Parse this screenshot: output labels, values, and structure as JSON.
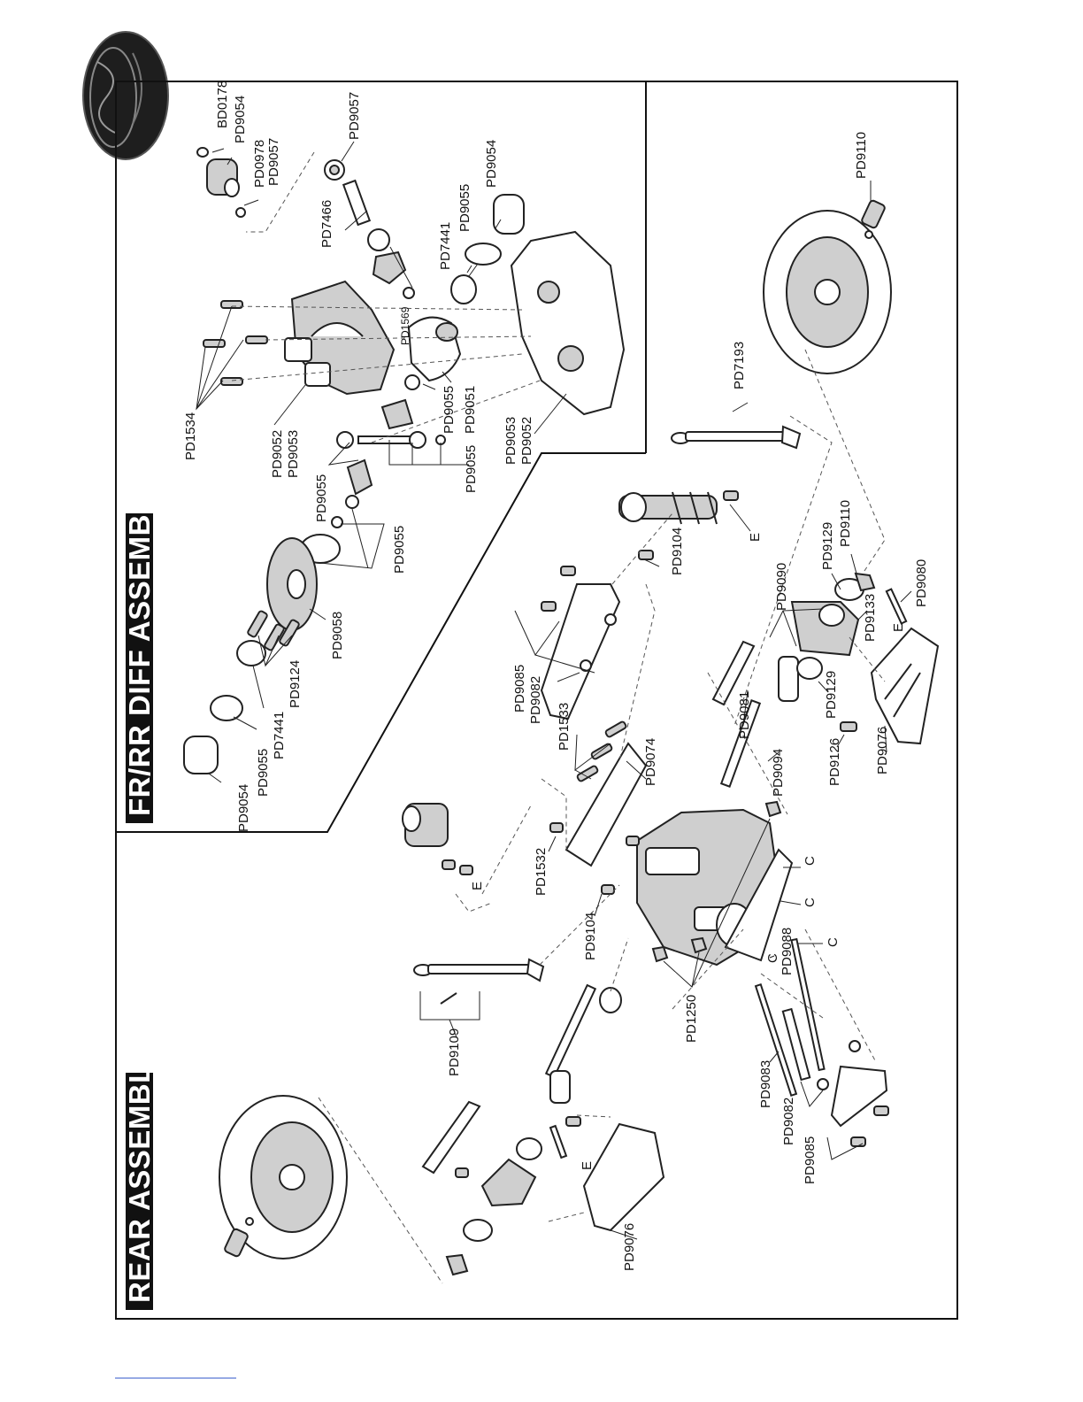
{
  "sections": {
    "rear_title": "REAR ASSEMBLY",
    "diff_title": "FR/RR DIFF ASSEMBLY"
  },
  "labels": [
    {
      "id": "bd0178",
      "text": "BD0178"
    },
    {
      "id": "pd9054_top",
      "text": "PD9054"
    },
    {
      "id": "pd0978",
      "text": "PD0978"
    },
    {
      "id": "pd9057_a",
      "text": "PD9057"
    },
    {
      "id": "pd9057_b",
      "text": "PD9057"
    },
    {
      "id": "pd7466",
      "text": "PD7466"
    },
    {
      "id": "pd9054_b",
      "text": "PD9054"
    },
    {
      "id": "pd9055_a",
      "text": "PD9055"
    },
    {
      "id": "pd7441_a",
      "text": "PD7441"
    },
    {
      "id": "pd1569",
      "text": "PD1569"
    },
    {
      "id": "pd9055_b",
      "text": "PD9055"
    },
    {
      "id": "pd9051",
      "text": "PD9051"
    },
    {
      "id": "pd9053_a",
      "text": "PD9053"
    },
    {
      "id": "pd9052_a",
      "text": "PD9052"
    },
    {
      "id": "pd9055_c",
      "text": "PD9055"
    },
    {
      "id": "pd9052_b",
      "text": "PD9052"
    },
    {
      "id": "pd9053_b",
      "text": "PD9053"
    },
    {
      "id": "pd9055_d",
      "text": "PD9055"
    },
    {
      "id": "pd1534",
      "text": "PD1534"
    },
    {
      "id": "pd9055_e",
      "text": "PD9055"
    },
    {
      "id": "pd9058",
      "text": "PD9058"
    },
    {
      "id": "pd9124_a",
      "text": "PD9124"
    },
    {
      "id": "pd7441_b",
      "text": "PD7441"
    },
    {
      "id": "pd9055_f",
      "text": "PD9055"
    },
    {
      "id": "pd9054_c",
      "text": "PD9054"
    },
    {
      "id": "pd9110_a",
      "text": "PD9110"
    },
    {
      "id": "pd7193",
      "text": "PD7193"
    },
    {
      "id": "pd9104_a",
      "text": "PD9104"
    },
    {
      "id": "e_a",
      "text": "E"
    },
    {
      "id": "pd9110_b",
      "text": "PD9110"
    },
    {
      "id": "pd9129_a",
      "text": "PD9129"
    },
    {
      "id": "pd9090",
      "text": "PD9090"
    },
    {
      "id": "pd9080",
      "text": "PD9080"
    },
    {
      "id": "pd9133",
      "text": "PD9133"
    },
    {
      "id": "e_b",
      "text": "E"
    },
    {
      "id": "pd9129_b",
      "text": "PD9129"
    },
    {
      "id": "pd9081",
      "text": "PD9081"
    },
    {
      "id": "pd9094",
      "text": "PD9094"
    },
    {
      "id": "pd9076_a",
      "text": "PD9076"
    },
    {
      "id": "pd9126",
      "text": "PD9126"
    },
    {
      "id": "pd9085_a",
      "text": "PD9085"
    },
    {
      "id": "pd9082_a",
      "text": "PD9082"
    },
    {
      "id": "pd1533",
      "text": "PD1533"
    },
    {
      "id": "pd9074",
      "text": "PD9074"
    },
    {
      "id": "pd1532",
      "text": "PD1532"
    },
    {
      "id": "e_c",
      "text": "E"
    },
    {
      "id": "pd9104_b",
      "text": "PD9104"
    },
    {
      "id": "c_a",
      "text": "C"
    },
    {
      "id": "c_b",
      "text": "C"
    },
    {
      "id": "c_c",
      "text": "C"
    },
    {
      "id": "c_d",
      "text": "C"
    },
    {
      "id": "pd9088",
      "text": "PD9088"
    },
    {
      "id": "pd1250",
      "text": "PD1250"
    },
    {
      "id": "pd9109",
      "text": "PD9109"
    },
    {
      "id": "pd9083",
      "text": "PD9083"
    },
    {
      "id": "pd9082_b",
      "text": "PD9082"
    },
    {
      "id": "pd9085_b",
      "text": "PD9085"
    },
    {
      "id": "e_d",
      "text": "E"
    },
    {
      "id": "pd9076_b",
      "text": "PD9076"
    }
  ]
}
